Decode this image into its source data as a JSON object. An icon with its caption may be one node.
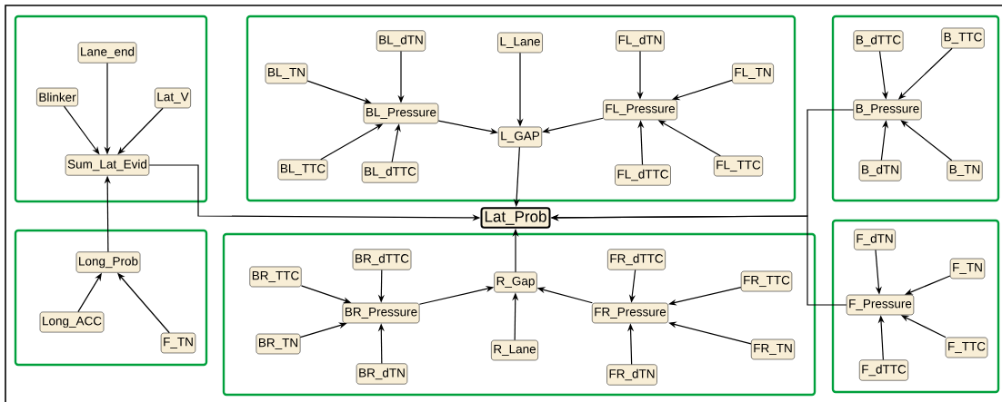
{
  "diagram": {
    "nodes": [
      {
        "text": [],
        "shape": "box"
      },
      {
        "text": [
          "Lane_end"
        ],
        "in": 0
      },
      {
        "text": [
          "Blinker"
        ],
        "in": 0
      },
      {
        "text": [
          "Lat_V"
        ],
        "in": 0
      },
      {
        "text": [
          "Sum_Lat_Evid"
        ],
        "in": 0
      },
      {
        "text": [],
        "shape": "box"
      },
      {
        "text": [
          "BL_dTN"
        ],
        "in": 5
      },
      {
        "text": [
          "L_Lane"
        ],
        "in": 5
      },
      {
        "text": [
          "FL_dTN"
        ],
        "in": 5
      },
      {
        "text": [
          "BL_TN"
        ],
        "in": 5
      },
      {
        "text": [
          "FL_TN"
        ],
        "in": 5
      },
      {
        "text": [
          "BL_Pressure"
        ],
        "in": 5
      },
      {
        "text": [
          "FL_Pressure"
        ],
        "in": 5
      },
      {
        "text": [
          "L_GAP"
        ],
        "in": 5
      },
      {
        "text": [
          "BL_TTC"
        ],
        "in": 5
      },
      {
        "text": [
          "BL_dTTC"
        ],
        "in": 5
      },
      {
        "text": [
          "FL_dTTC"
        ],
        "in": 5
      },
      {
        "text": [
          "FL_TTC"
        ],
        "in": 5
      },
      {
        "text": [],
        "shape": "box"
      },
      {
        "text": [
          "B_dTTC"
        ],
        "in": 18
      },
      {
        "text": [
          "B_TTC"
        ],
        "in": 18
      },
      {
        "text": [
          "B_Pressure"
        ],
        "in": 18
      },
      {
        "text": [
          "B_dTN"
        ],
        "in": 18
      },
      {
        "text": [
          "B_TN"
        ],
        "in": 18
      },
      {
        "text": [
          "Lat_Prob"
        ]
      },
      {
        "text": [],
        "shape": "box"
      },
      {
        "text": [
          "Long_Prob"
        ],
        "in": 25
      },
      {
        "text": [
          "Long_ACC"
        ],
        "in": 25
      },
      {
        "text": [
          "F_TN"
        ],
        "in": 25
      },
      {
        "text": [],
        "shape": "box"
      },
      {
        "text": [
          "BR_dTTC"
        ],
        "in": 29
      },
      {
        "text": [
          "FR_dTTC"
        ],
        "in": 29
      },
      {
        "text": [
          "BR_TTC"
        ],
        "in": 29
      },
      {
        "text": [
          "R_Gap"
        ],
        "in": 29
      },
      {
        "text": [
          "FR_TTC"
        ],
        "in": 29
      },
      {
        "text": [
          "BR_Pressure"
        ],
        "in": 29
      },
      {
        "text": [
          "FR_Pressure"
        ],
        "in": 29
      },
      {
        "text": [
          "BR_TN"
        ],
        "in": 29
      },
      {
        "text": [
          "R_Lane"
        ],
        "in": 29
      },
      {
        "text": [
          "FR_TN"
        ],
        "in": 29
      },
      {
        "text": [
          "BR_dTN"
        ],
        "in": 29
      },
      {
        "text": [
          "FR_dTN"
        ],
        "in": 29
      },
      {
        "text": [],
        "shape": "box"
      },
      {
        "text": [
          "F_dTN"
        ],
        "in": 42
      },
      {
        "text": [
          "F_TN"
        ],
        "in": 42
      },
      {
        "text": [
          "F_Pressure"
        ],
        "in": 42
      },
      {
        "text": [
          "F_TTC"
        ],
        "in": 42
      },
      {
        "text": [
          "F_dTTC"
        ],
        "in": 42
      }
    ],
    "edges": [
      {
        "from": 1,
        "to": 4,
        "arrow": "to"
      },
      {
        "from": 2,
        "to": 4,
        "arrow": "to"
      },
      {
        "from": 3,
        "to": 4,
        "arrow": "to"
      },
      {
        "from": 26,
        "to": 4,
        "arrow": "to"
      },
      {
        "from": 4,
        "to": 24,
        "arrow": "to"
      },
      {
        "from": 6,
        "to": 11,
        "arrow": "to"
      },
      {
        "from": 9,
        "to": 11,
        "arrow": "to"
      },
      {
        "from": 14,
        "to": 11,
        "arrow": "to"
      },
      {
        "from": 15,
        "to": 11,
        "arrow": "to"
      },
      {
        "from": 11,
        "to": 13,
        "arrow": "to"
      },
      {
        "from": 7,
        "to": 13,
        "arrow": "to"
      },
      {
        "from": 8,
        "to": 12,
        "arrow": "to"
      },
      {
        "from": 10,
        "to": 12,
        "arrow": "to"
      },
      {
        "from": 17,
        "to": 12,
        "arrow": "to"
      },
      {
        "from": 16,
        "to": 12,
        "arrow": "to"
      },
      {
        "from": 12,
        "to": 13,
        "arrow": "to"
      },
      {
        "from": 13,
        "to": 24,
        "arrow": "to"
      },
      {
        "from": 19,
        "to": 21,
        "arrow": "to"
      },
      {
        "from": 20,
        "to": 21,
        "arrow": "to"
      },
      {
        "from": 22,
        "to": 21,
        "arrow": "to"
      },
      {
        "from": 23,
        "to": 21,
        "arrow": "to"
      },
      {
        "from": 21,
        "to": 24,
        "arrow": "to"
      },
      {
        "from": 27,
        "to": 26,
        "arrow": "to"
      },
      {
        "from": 28,
        "to": 26,
        "arrow": "to"
      },
      {
        "from": 30,
        "to": 35,
        "arrow": "to"
      },
      {
        "from": 32,
        "to": 35,
        "arrow": "to"
      },
      {
        "from": 37,
        "to": 35,
        "arrow": "to"
      },
      {
        "from": 40,
        "to": 35,
        "arrow": "to"
      },
      {
        "from": 35,
        "to": 33,
        "arrow": "to"
      },
      {
        "from": 38,
        "to": 33,
        "arrow": "to"
      },
      {
        "from": 31,
        "to": 36,
        "arrow": "to"
      },
      {
        "from": 34,
        "to": 36,
        "arrow": "to"
      },
      {
        "from": 39,
        "to": 36,
        "arrow": "to"
      },
      {
        "from": 41,
        "to": 36,
        "arrow": "to"
      },
      {
        "from": 36,
        "to": 33,
        "arrow": "to"
      },
      {
        "from": 33,
        "to": 24,
        "arrow": "to"
      },
      {
        "from": 43,
        "to": 45,
        "arrow": "to"
      },
      {
        "from": 44,
        "to": 45,
        "arrow": "to"
      },
      {
        "from": 46,
        "to": 45,
        "arrow": "to"
      },
      {
        "from": 47,
        "to": 45,
        "arrow": "to"
      },
      {
        "from": 45,
        "to": 24,
        "arrow": "to"
      }
    ]
  }
}
